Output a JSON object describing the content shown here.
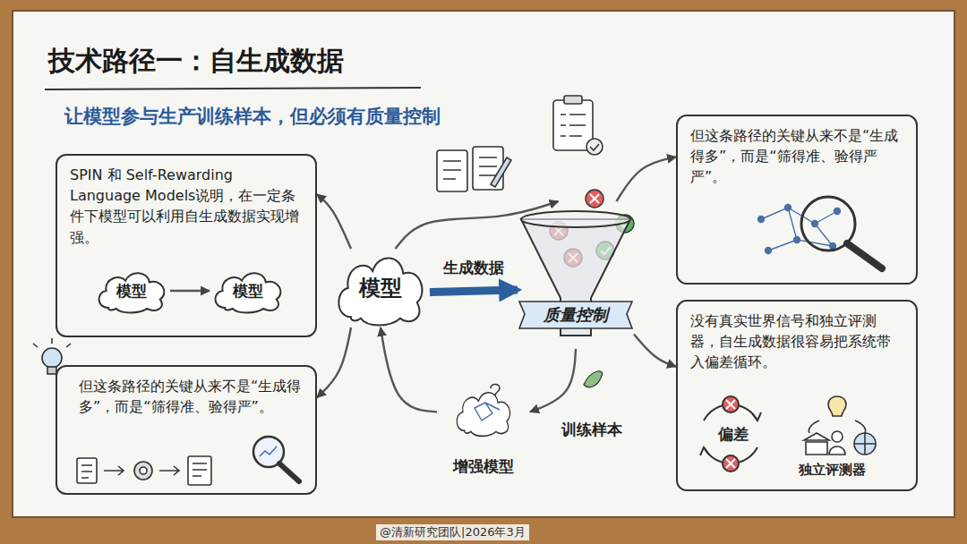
{
  "diagram": {
    "title": "技术路径一：自生成数据",
    "nodes": [
      {
        "text": [
          "SPIN 和 Self-Rewarding Language Models说明，在一定条件下模型可以利用自生成数据实现增强。"
        ]
      },
      {
        "text": [
          "模型"
        ],
        "in": 0
      },
      {
        "text": [
          "模型"
        ],
        "in": 0
      },
      {
        "text": [
          "但这条路径的关键从来不是“生成得多”，而是“筛得准、验得严”。"
        ]
      },
      {
        "text": [
          "模型"
        ]
      },
      {
        "text": [
          "质量控制"
        ]
      },
      {
        "text": [
          "增强模型"
        ]
      },
      {
        "text": [
          "但这条路径的关键从来不是“生成得多”，而是“筛得准、验得严严”。"
        ]
      },
      {
        "text": [
          "没有真实世界信号和独立评测器，自生成数据很容易把系统带入偏差循环。"
        ]
      }
    ],
    "edges": [
      {
        "from": 1,
        "to": 2,
        "arrow": "to"
      },
      {
        "from": 4,
        "to": 0,
        "arrow": "to"
      },
      {
        "from": 4,
        "to": 3,
        "arrow": "to"
      },
      {
        "from": 4,
        "to": 5,
        "label": "生成数据",
        "arrow": "to"
      },
      {
        "from": 4,
        "to": 5,
        "arrow": "to"
      },
      {
        "from": 5,
        "to": 7,
        "arrow": "to"
      },
      {
        "from": 5,
        "to": 8,
        "arrow": "to"
      },
      {
        "from": 5,
        "to": 6,
        "label": "训练样本",
        "arrow": "to"
      },
      {
        "from": 6,
        "to": 4,
        "arrow": "to"
      }
    ],
    "labels": [
      "让模型参与生产训练样本，但必须有质量控制",
      "偏差",
      "独立评测器",
      "@清新研究团队|2026年3月"
    ]
  }
}
